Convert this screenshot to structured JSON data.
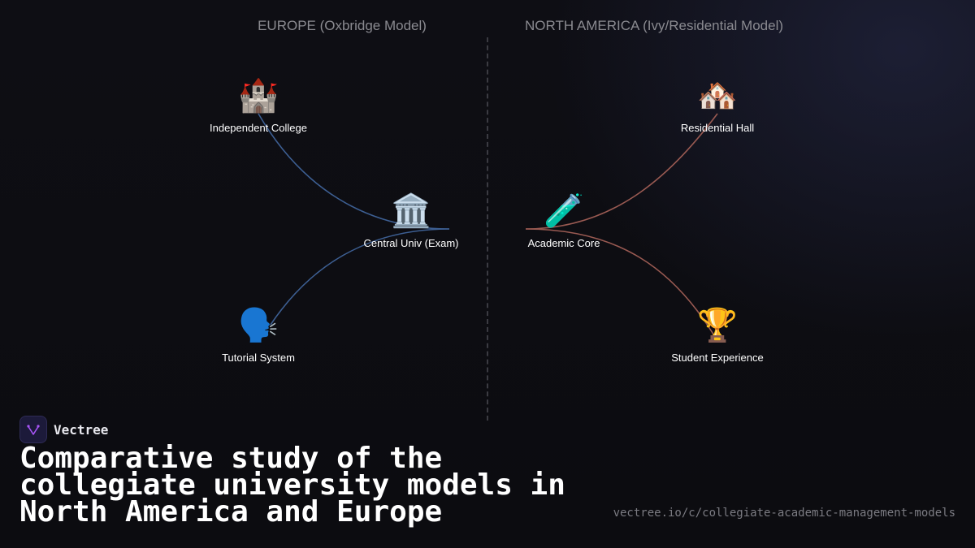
{
  "regions": {
    "left_title": "EUROPE (Oxbridge Model)",
    "right_title": "NORTH AMERICA (Ivy/Residential Model)"
  },
  "nodes": {
    "independent_college": {
      "icon": "castle-icon",
      "glyph": "🏰",
      "label": "Independent College"
    },
    "central_university": {
      "icon": "classical-building-icon",
      "glyph": "🏛️",
      "label": "Central Univ (Exam)"
    },
    "tutorial_system": {
      "icon": "speaking-head-icon",
      "glyph": "🗣️",
      "label": "Tutorial System"
    },
    "residential_hall": {
      "icon": "houses-icon",
      "glyph": "🏘️",
      "label": "Residential Hall"
    },
    "academic_core": {
      "icon": "test-tube-icon",
      "glyph": "🧪",
      "label": "Academic Core"
    },
    "student_experience": {
      "icon": "trophy-icon",
      "glyph": "🏆",
      "label": "Student Experience"
    }
  },
  "colors": {
    "europe_link": "#3d5f93",
    "north_america_link": "#9a5a52",
    "brand_accent": "#a855f7"
  },
  "brand": {
    "name": "Vectree",
    "logo_icon": "vectree-logo-icon"
  },
  "headline": "Comparative study of the collegiate university models in North America and Europe",
  "url": "vectree.io/c/collegiate-academic-management-models"
}
